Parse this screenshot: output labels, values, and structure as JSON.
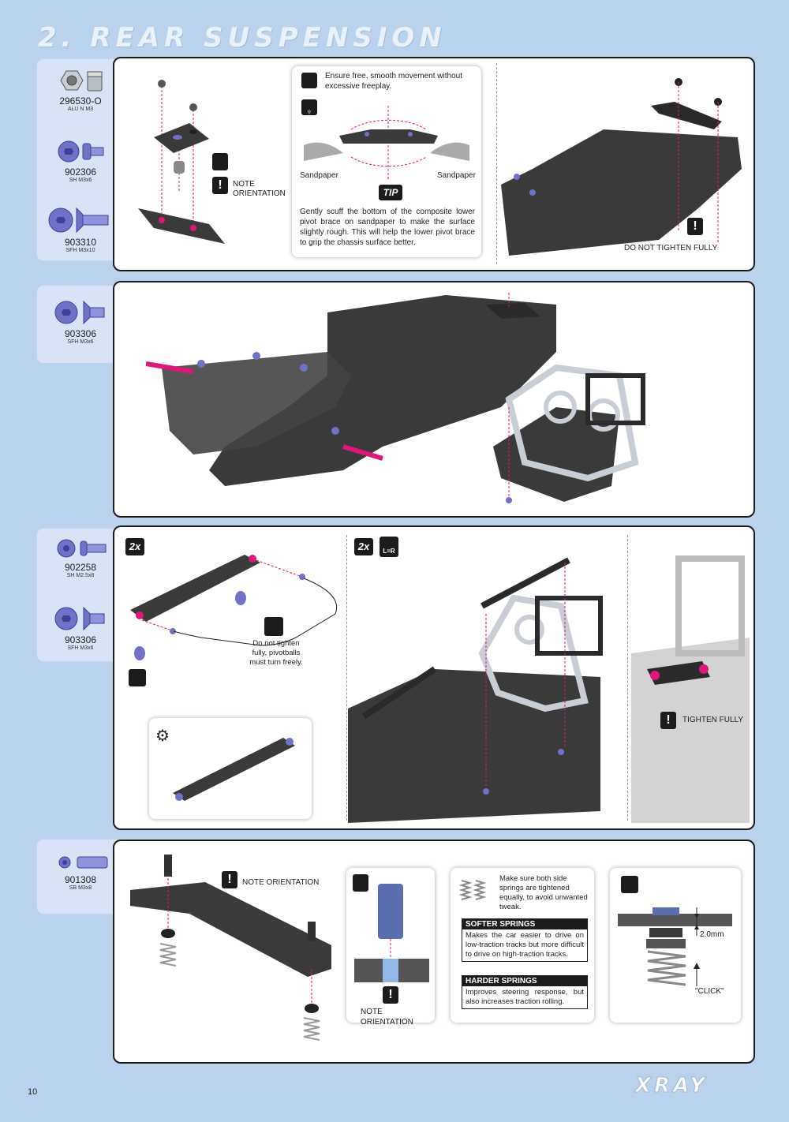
{
  "page": {
    "title": "2. REAR SUSPENSION",
    "page_number": "10",
    "brand": "XRAY"
  },
  "colors": {
    "accent": "#e0167d",
    "background": "#b9d3ee",
    "panel_border": "#1c1c1c",
    "carbon": "#3a3a3a",
    "alu": "#c9ced6",
    "part_blue": "#6f72c8"
  },
  "steps": [
    {
      "parts": [
        {
          "icon": "nut-icon",
          "code": "296530-O",
          "desc": "ALU N M3"
        },
        {
          "icon": "screw-icon",
          "code": "902306",
          "desc": "SH M3x6"
        },
        {
          "icon": "flat-screw-icon",
          "code": "903310",
          "desc": "SFH M3x10"
        }
      ],
      "labels": {
        "note_orientation": "NOTE\nORIENTATION",
        "movement_tip": "Ensure free, smooth movement without excessive freeplay.",
        "sandpaper_left": "Sandpaper",
        "sandpaper_right": "Sandpaper",
        "tip_badge": "TIP",
        "tip_text": "Gently scuff the bottom of the composite lower pivot brace on sandpaper to make the surface slightly rough. This will help the lower pivot brace to grip the chassis surface better.",
        "do_not_tighten": "DO NOT TIGHTEN FULLY"
      }
    },
    {
      "parts": [
        {
          "icon": "flat-screw-icon",
          "code": "903306",
          "desc": "SFH M3x6"
        }
      ]
    },
    {
      "parts": [
        {
          "icon": "screw-icon",
          "code": "902258",
          "desc": "SH M2.5x8"
        },
        {
          "icon": "flat-screw-icon",
          "code": "903306",
          "desc": "SFH M3x6"
        }
      ],
      "labels": {
        "qty_left": "2x",
        "qty_right": "2x",
        "lr_badge": "L=R",
        "pivot_note": "Do not tighten\nfully, pivotballs\nmust turn freely.",
        "tighten_fully": "TIGHTEN FULLY"
      }
    },
    {
      "parts": [
        {
          "icon": "set-screw-icon",
          "code": "901308",
          "desc": "SB M3x8"
        }
      ],
      "labels": {
        "note_orientation_top": "NOTE ORIENTATION",
        "note_orientation_detail": "NOTE ORIENTATION",
        "springs_tip": "Make sure both side springs are tightened equally, to avoid unwanted tweak.",
        "softer_title": "SOFTER SPRINGS",
        "softer_text": "Makes the car easier to drive on low-traction tracks but more difficult to drive on high-traction tracks.",
        "harder_title": "HARDER SPRINGS",
        "harder_text": "Improves steering response, but also increases traction rolling.",
        "gap": "2.0mm",
        "click": "\"CLICK\""
      }
    }
  ]
}
